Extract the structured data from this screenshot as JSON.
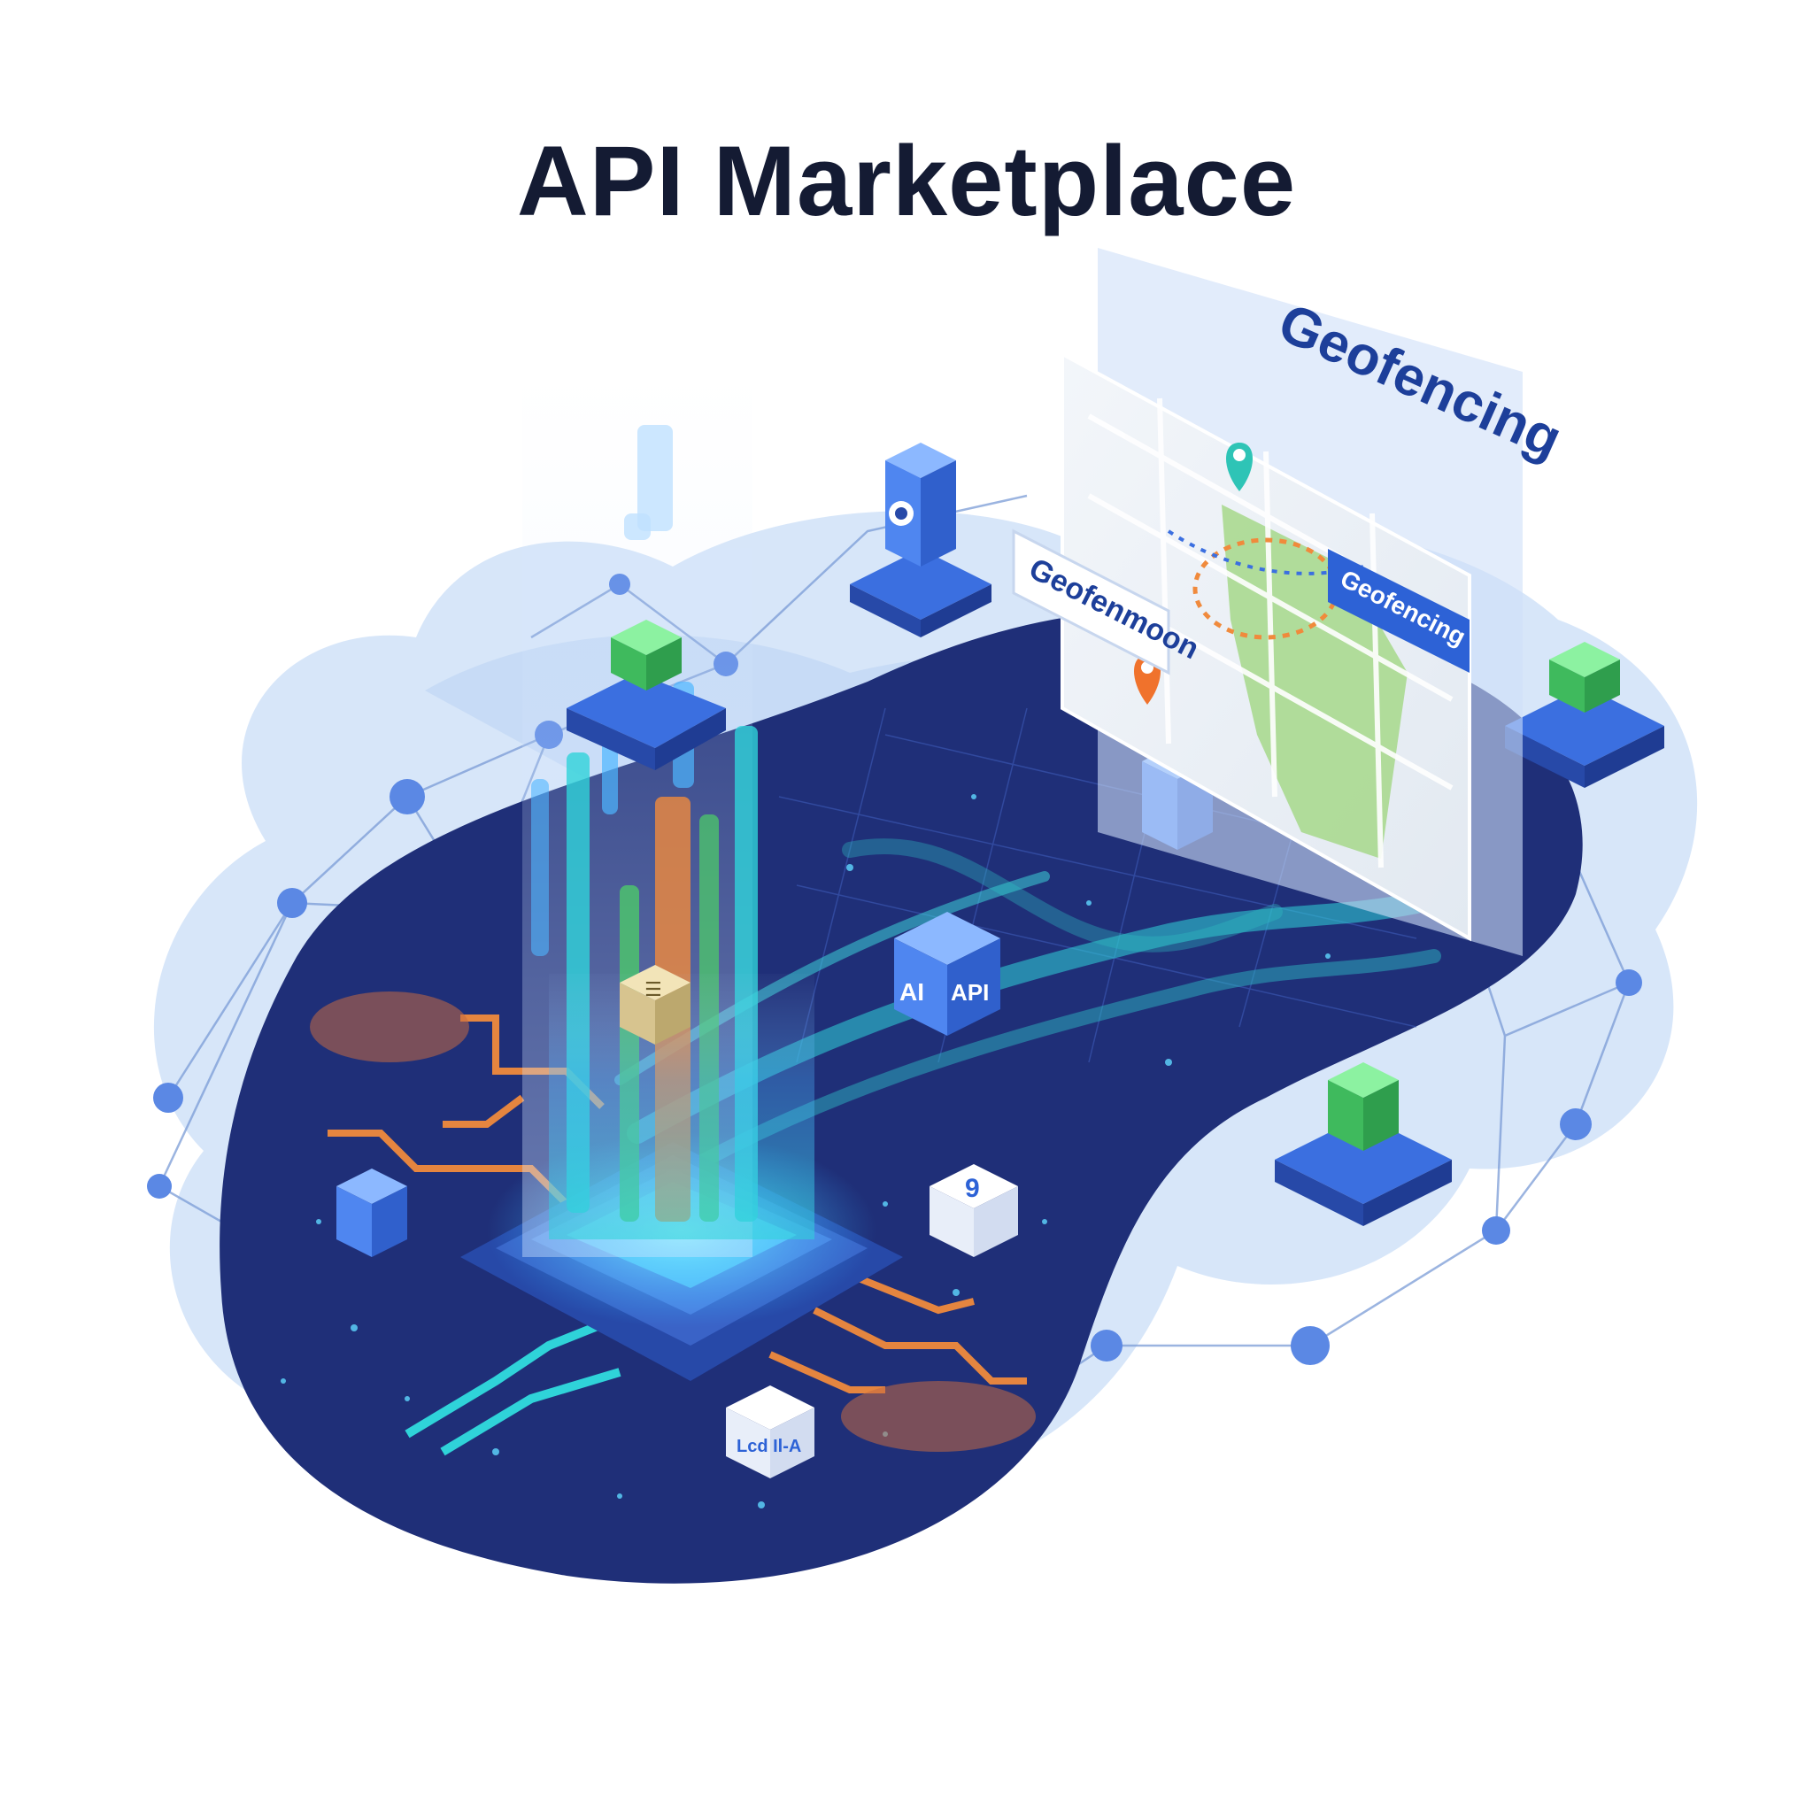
{
  "title": "API Marketplace",
  "illustration": {
    "headline_label": "Geofencing",
    "map_tag_left": "Geofenmoon",
    "map_tag_right": "Geofencing",
    "chip_label_primary": "AI",
    "chip_label_secondary": "API",
    "cube_a_glyph": "☰",
    "cube_b_glyph": "9",
    "cube_c_glyph": "Lcd  Il-A"
  },
  "colors": {
    "title": "#141b33",
    "platform_dark": "#1f2f78",
    "cloud_light": "#c9dcf7",
    "accent_blue": "#3b6fe0",
    "accent_green": "#4cc96a",
    "accent_cyan": "#2fd3d9",
    "accent_orange": "#f08a3c",
    "label_navy": "#1d3f9a"
  },
  "icons": [
    "map-pin-icon",
    "server-stack-icon",
    "api-chip-icon",
    "camera-icon"
  ]
}
